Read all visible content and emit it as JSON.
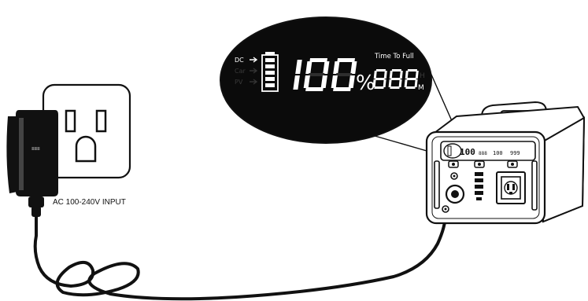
{
  "lcd": {
    "input_dc": "DC",
    "input_car": "Car",
    "input_pv": "PV",
    "percent_value": "100",
    "percent_sign": "%",
    "time_label": "Time To Full",
    "time_value": "888",
    "unit_h": "H",
    "unit_m": "M"
  },
  "adapter": {
    "input_label": "AC 100-240V INPUT",
    "brand_mark": "≡≡≡"
  },
  "station": {
    "mini_percent": "100",
    "mini_time": "888",
    "mini_left": "100",
    "mini_right": "999"
  }
}
